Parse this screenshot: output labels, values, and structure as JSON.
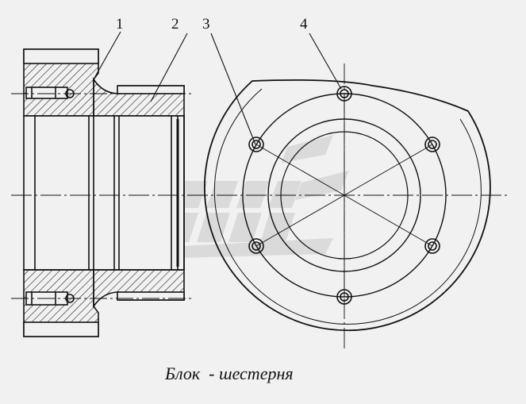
{
  "figure": {
    "caption": "Блок  - шестерня",
    "callouts": [
      {
        "id": "1",
        "label": "1"
      },
      {
        "id": "2",
        "label": "2"
      },
      {
        "id": "3",
        "label": "3"
      },
      {
        "id": "4",
        "label": "4"
      }
    ],
    "views": [
      "section-view",
      "end-view"
    ],
    "watermark": "GAZ logo (faint)",
    "colors": {
      "background": "#f1f1f1",
      "line": "#111111",
      "watermark": "#c9c9c9"
    },
    "bolt_count": 6
  }
}
